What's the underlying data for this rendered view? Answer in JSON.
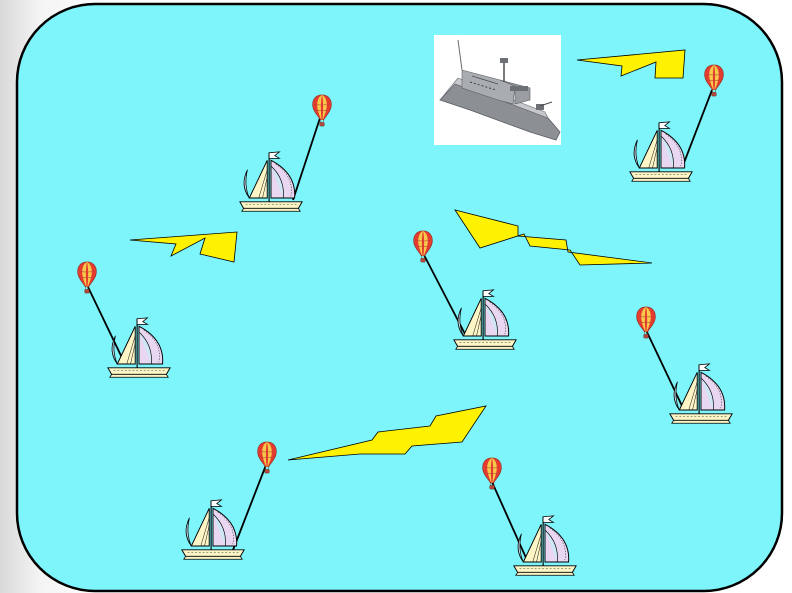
{
  "scene": {
    "background_color": "#7ef4fb",
    "border_color": "#000000",
    "lightning_color": "#fff200",
    "balloon_colors": [
      "#e63b2e",
      "#f6c94a",
      "#b8463a"
    ],
    "sail_colors": [
      "#fdf5c6",
      "#cfe6f6",
      "#e9d7f2"
    ],
    "ship": {
      "icon": "naval-patrol-ship-photo",
      "hull_color": "#8c8f94",
      "deck_color": "#c6c8cb"
    },
    "sailboats": [
      {
        "id": "top-center",
        "icon": "sailboat-icon",
        "balloon": "hot-air-balloon-icon"
      },
      {
        "id": "top-right",
        "icon": "sailboat-icon",
        "balloon": "hot-air-balloon-icon"
      },
      {
        "id": "middle-left",
        "icon": "sailboat-icon",
        "balloon": "hot-air-balloon-icon"
      },
      {
        "id": "middle-center",
        "icon": "sailboat-icon",
        "balloon": "hot-air-balloon-icon"
      },
      {
        "id": "middle-right",
        "icon": "sailboat-icon",
        "balloon": "hot-air-balloon-icon"
      },
      {
        "id": "bottom-left",
        "icon": "sailboat-icon",
        "balloon": "hot-air-balloon-icon"
      },
      {
        "id": "bottom-center",
        "icon": "sailboat-icon",
        "balloon": "hot-air-balloon-icon"
      }
    ],
    "lightning_bolts": [
      {
        "id": "top-right",
        "icon": "lightning-bolt-icon"
      },
      {
        "id": "left",
        "icon": "lightning-bolt-icon"
      },
      {
        "id": "center",
        "icon": "lightning-bolt-icon"
      },
      {
        "id": "bottom",
        "icon": "lightning-bolt-icon"
      }
    ]
  }
}
